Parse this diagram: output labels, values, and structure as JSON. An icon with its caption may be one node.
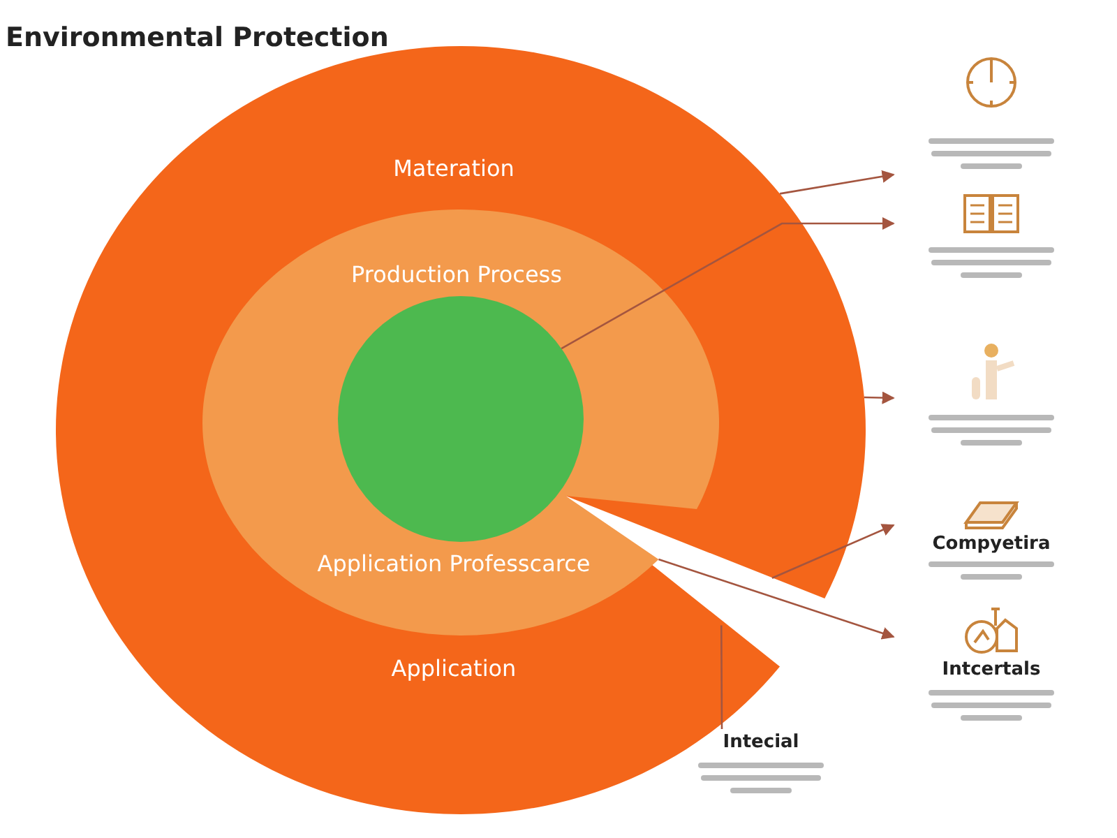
{
  "diagram": {
    "title": "Environmental Protection",
    "nodes": [
      {
        "text": [
          "Materation",
          "Application"
        ]
      },
      {
        "text": [
          "Production Process",
          "Application Professcarce"
        ],
        "in": 0
      },
      {
        "text": [],
        "shape": "circle",
        "in": 1
      },
      {
        "text": [],
        "shape": "picture"
      },
      {
        "text": [],
        "shape": "picture"
      },
      {
        "text": [],
        "shape": "picture"
      },
      {
        "text": [
          "Compyetira"
        ]
      },
      {
        "text": [
          "Intcertals"
        ]
      },
      {
        "text": [
          "Intecial"
        ]
      }
    ],
    "edges": [
      {
        "from": 0,
        "to": 3,
        "arrow": "to"
      },
      {
        "from": 2,
        "to": 4,
        "arrow": "to"
      },
      {
        "from": 0,
        "to": 5,
        "arrow": "to"
      },
      {
        "from": 0,
        "to": 6,
        "arrow": "to"
      },
      {
        "from": 1,
        "to": 7,
        "arrow": "to"
      },
      {
        "from": 0,
        "to": 8,
        "arrow": "none"
      }
    ]
  }
}
